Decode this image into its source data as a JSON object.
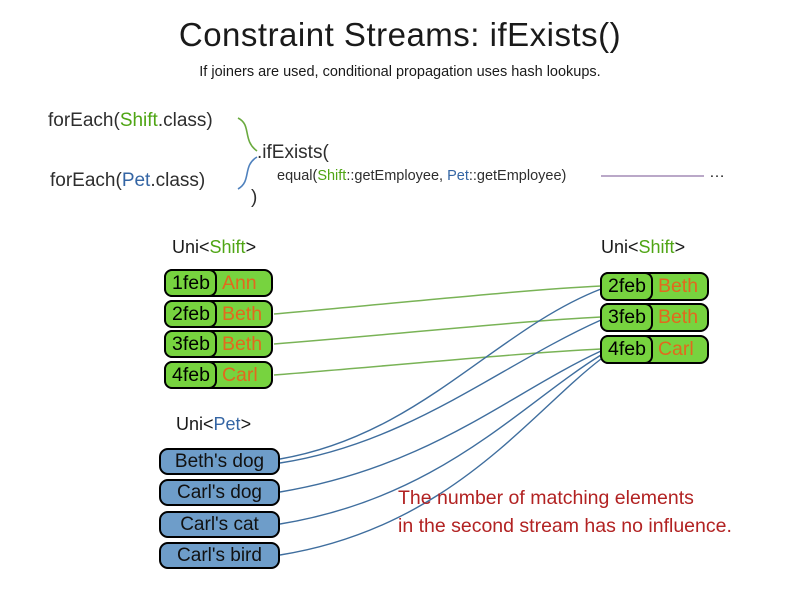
{
  "title": "Constraint Streams: ifExists()",
  "subtitle": "If joiners are used, conditional propagation uses hash lookups.",
  "code": {
    "foreach_shift": {
      "pre": "forEach(",
      "cls": "Shift",
      "post": ".class)"
    },
    "foreach_pet": {
      "pre": "forEach(",
      "cls": "Pet",
      "post": ".class)"
    },
    "if_exists": ".ifExists(",
    "equal": {
      "pre": "equal(",
      "shift": "Shift",
      "mid": "::getEmployee, ",
      "pet": "Pet",
      "post": "::getEmployee)"
    },
    "close_paren": ")",
    "ellipsis": "…"
  },
  "labels": {
    "left_shift": {
      "pre": "Uni<",
      "cls": "Shift",
      "post": ">"
    },
    "right_shift": {
      "pre": "Uni<",
      "cls": "Shift",
      "post": ">"
    },
    "pet": {
      "pre": "Uni<",
      "cls": "Pet",
      "post": ">"
    }
  },
  "left_shift_table": {
    "rows": [
      {
        "date": "1feb",
        "name": "Ann"
      },
      {
        "date": "2feb",
        "name": "Beth"
      },
      {
        "date": "3feb",
        "name": "Beth"
      },
      {
        "date": "4feb",
        "name": "Carl"
      }
    ]
  },
  "right_shift_table": {
    "rows": [
      {
        "date": "2feb",
        "name": "Beth"
      },
      {
        "date": "3feb",
        "name": "Beth"
      },
      {
        "date": "4feb",
        "name": "Carl"
      }
    ]
  },
  "pet_table": {
    "rows": [
      "Beth's dog",
      "Carl's dog",
      "Carl's cat",
      "Carl's bird"
    ]
  },
  "note": {
    "line1": "The number of matching elements",
    "line2": "in the second stream has no influence."
  },
  "colors": {
    "class_green": "#4fa514",
    "class_blue": "#3465a4",
    "shift_box_green": "#77d33f",
    "employee_orange": "#e2691e",
    "pet_box_blue": "#6e9dc9",
    "note_red": "#b22222",
    "green_line": "#79b356",
    "blue_line": "#3f6e9e",
    "purple_line": "#9173a6"
  }
}
